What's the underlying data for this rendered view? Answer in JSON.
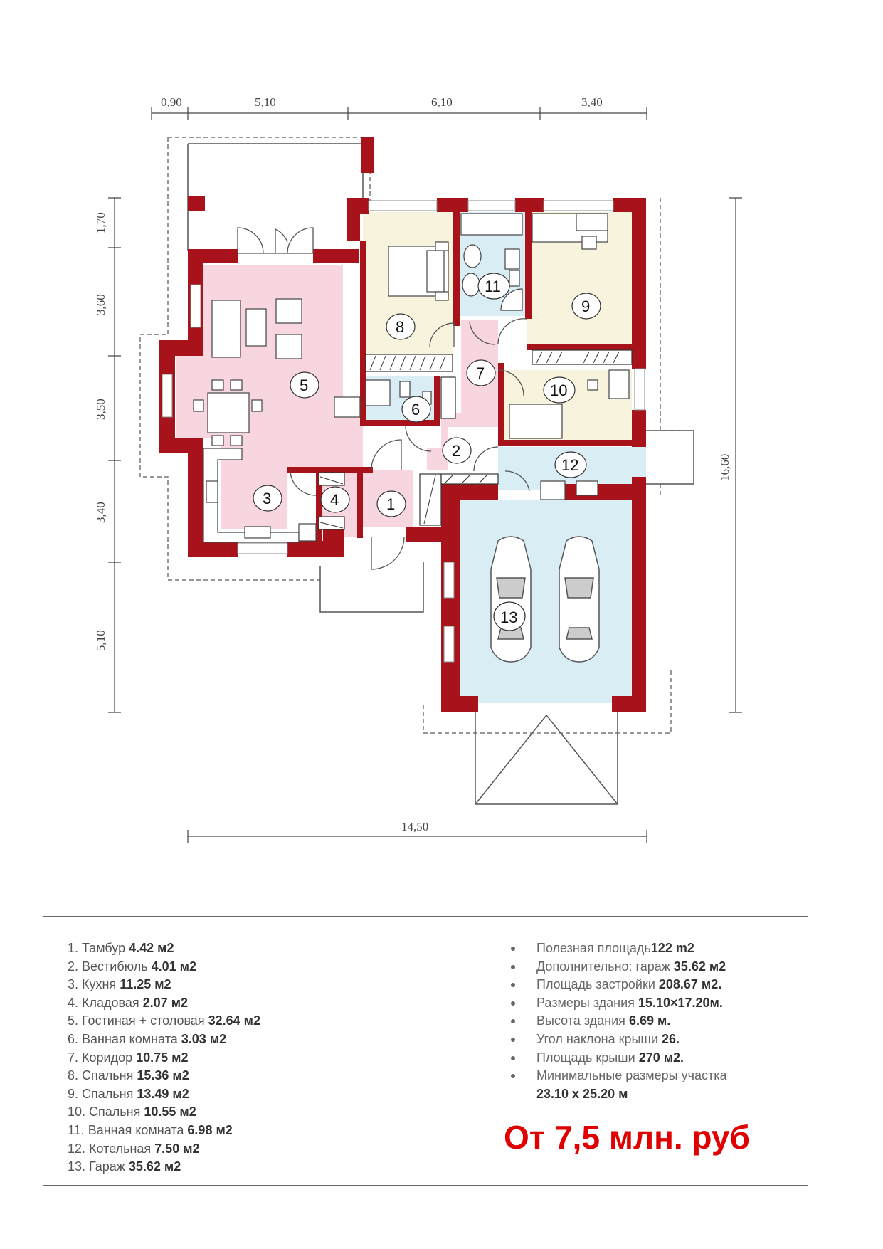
{
  "dimensions": {
    "top": [
      "0,90",
      "5,10",
      "6,10",
      "3,40"
    ],
    "left": [
      "1,70",
      "3,60",
      "3,50",
      "3,40",
      "5,10"
    ],
    "right": "16,60",
    "bottom": "14,50"
  },
  "room_numbers": [
    "1",
    "2",
    "3",
    "4",
    "5",
    "6",
    "7",
    "8",
    "9",
    "10",
    "11",
    "12",
    "13"
  ],
  "rooms": [
    {
      "label": "1. Тамбур ",
      "area": "4.42 м2"
    },
    {
      "label": "2. Вестибюль ",
      "area": "4.01 м2"
    },
    {
      "label": "3. Кухня ",
      "area": "11.25 м2"
    },
    {
      "label": "4. Кладовая ",
      "area": "2.07 м2"
    },
    {
      "label": "5. Гостиная + столовая ",
      "area": "32.64 м2"
    },
    {
      "label": "6. Ванная комната ",
      "area": "3.03 м2"
    },
    {
      "label": "7. Коридор ",
      "area": "10.75 м2"
    },
    {
      "label": "8. Спальня ",
      "area": "15.36 м2"
    },
    {
      "label": "9. Спальня ",
      "area": "13.49 м2"
    },
    {
      "label": "10. Спальня ",
      "area": "10.55 м2"
    },
    {
      "label": "11. Ванная комната ",
      "area": "6.98 м2"
    },
    {
      "label": "12. Котельная ",
      "area": "7.50 м2"
    },
    {
      "label": "13. Гараж ",
      "area": "35.62 м2"
    }
  ],
  "specs": [
    {
      "label": "Полезная площадь",
      "value": "122 m2"
    },
    {
      "label": "Дополнительно: гараж ",
      "value": "35.62 м2"
    },
    {
      "label": "Площадь застройки ",
      "value": "208.67 м2."
    },
    {
      "label": "Размеры здания ",
      "value": "15.10×17.20м."
    },
    {
      "label": "Высота здания ",
      "value": "6.69 м."
    },
    {
      "label": "Угол наклона крыши ",
      "value": "26."
    },
    {
      "label": "Площадь крыши ",
      "value": "270 м2."
    },
    {
      "label": "Минимальные размеры участка",
      "value": "23.10 x 25.20 м"
    }
  ],
  "price": "От 7,5 млн. руб",
  "colors": {
    "wall": "#a8121a",
    "living": "#f7d6e0",
    "bedroom": "#f7f3dc",
    "wet": "#d9edf5",
    "price": "#e00000"
  }
}
